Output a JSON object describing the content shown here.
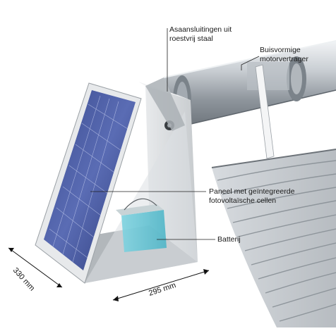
{
  "callouts": {
    "stainless": "Asaansluitingen uit roestvrij staal",
    "tubular": "Buisvormige motorvertrager",
    "panel": "Paneel met geïntegreerde fotovoltaïsche cellen",
    "battery": "Batterij"
  },
  "dimensions": {
    "depth": "330 mm",
    "width": "295 mm"
  }
}
